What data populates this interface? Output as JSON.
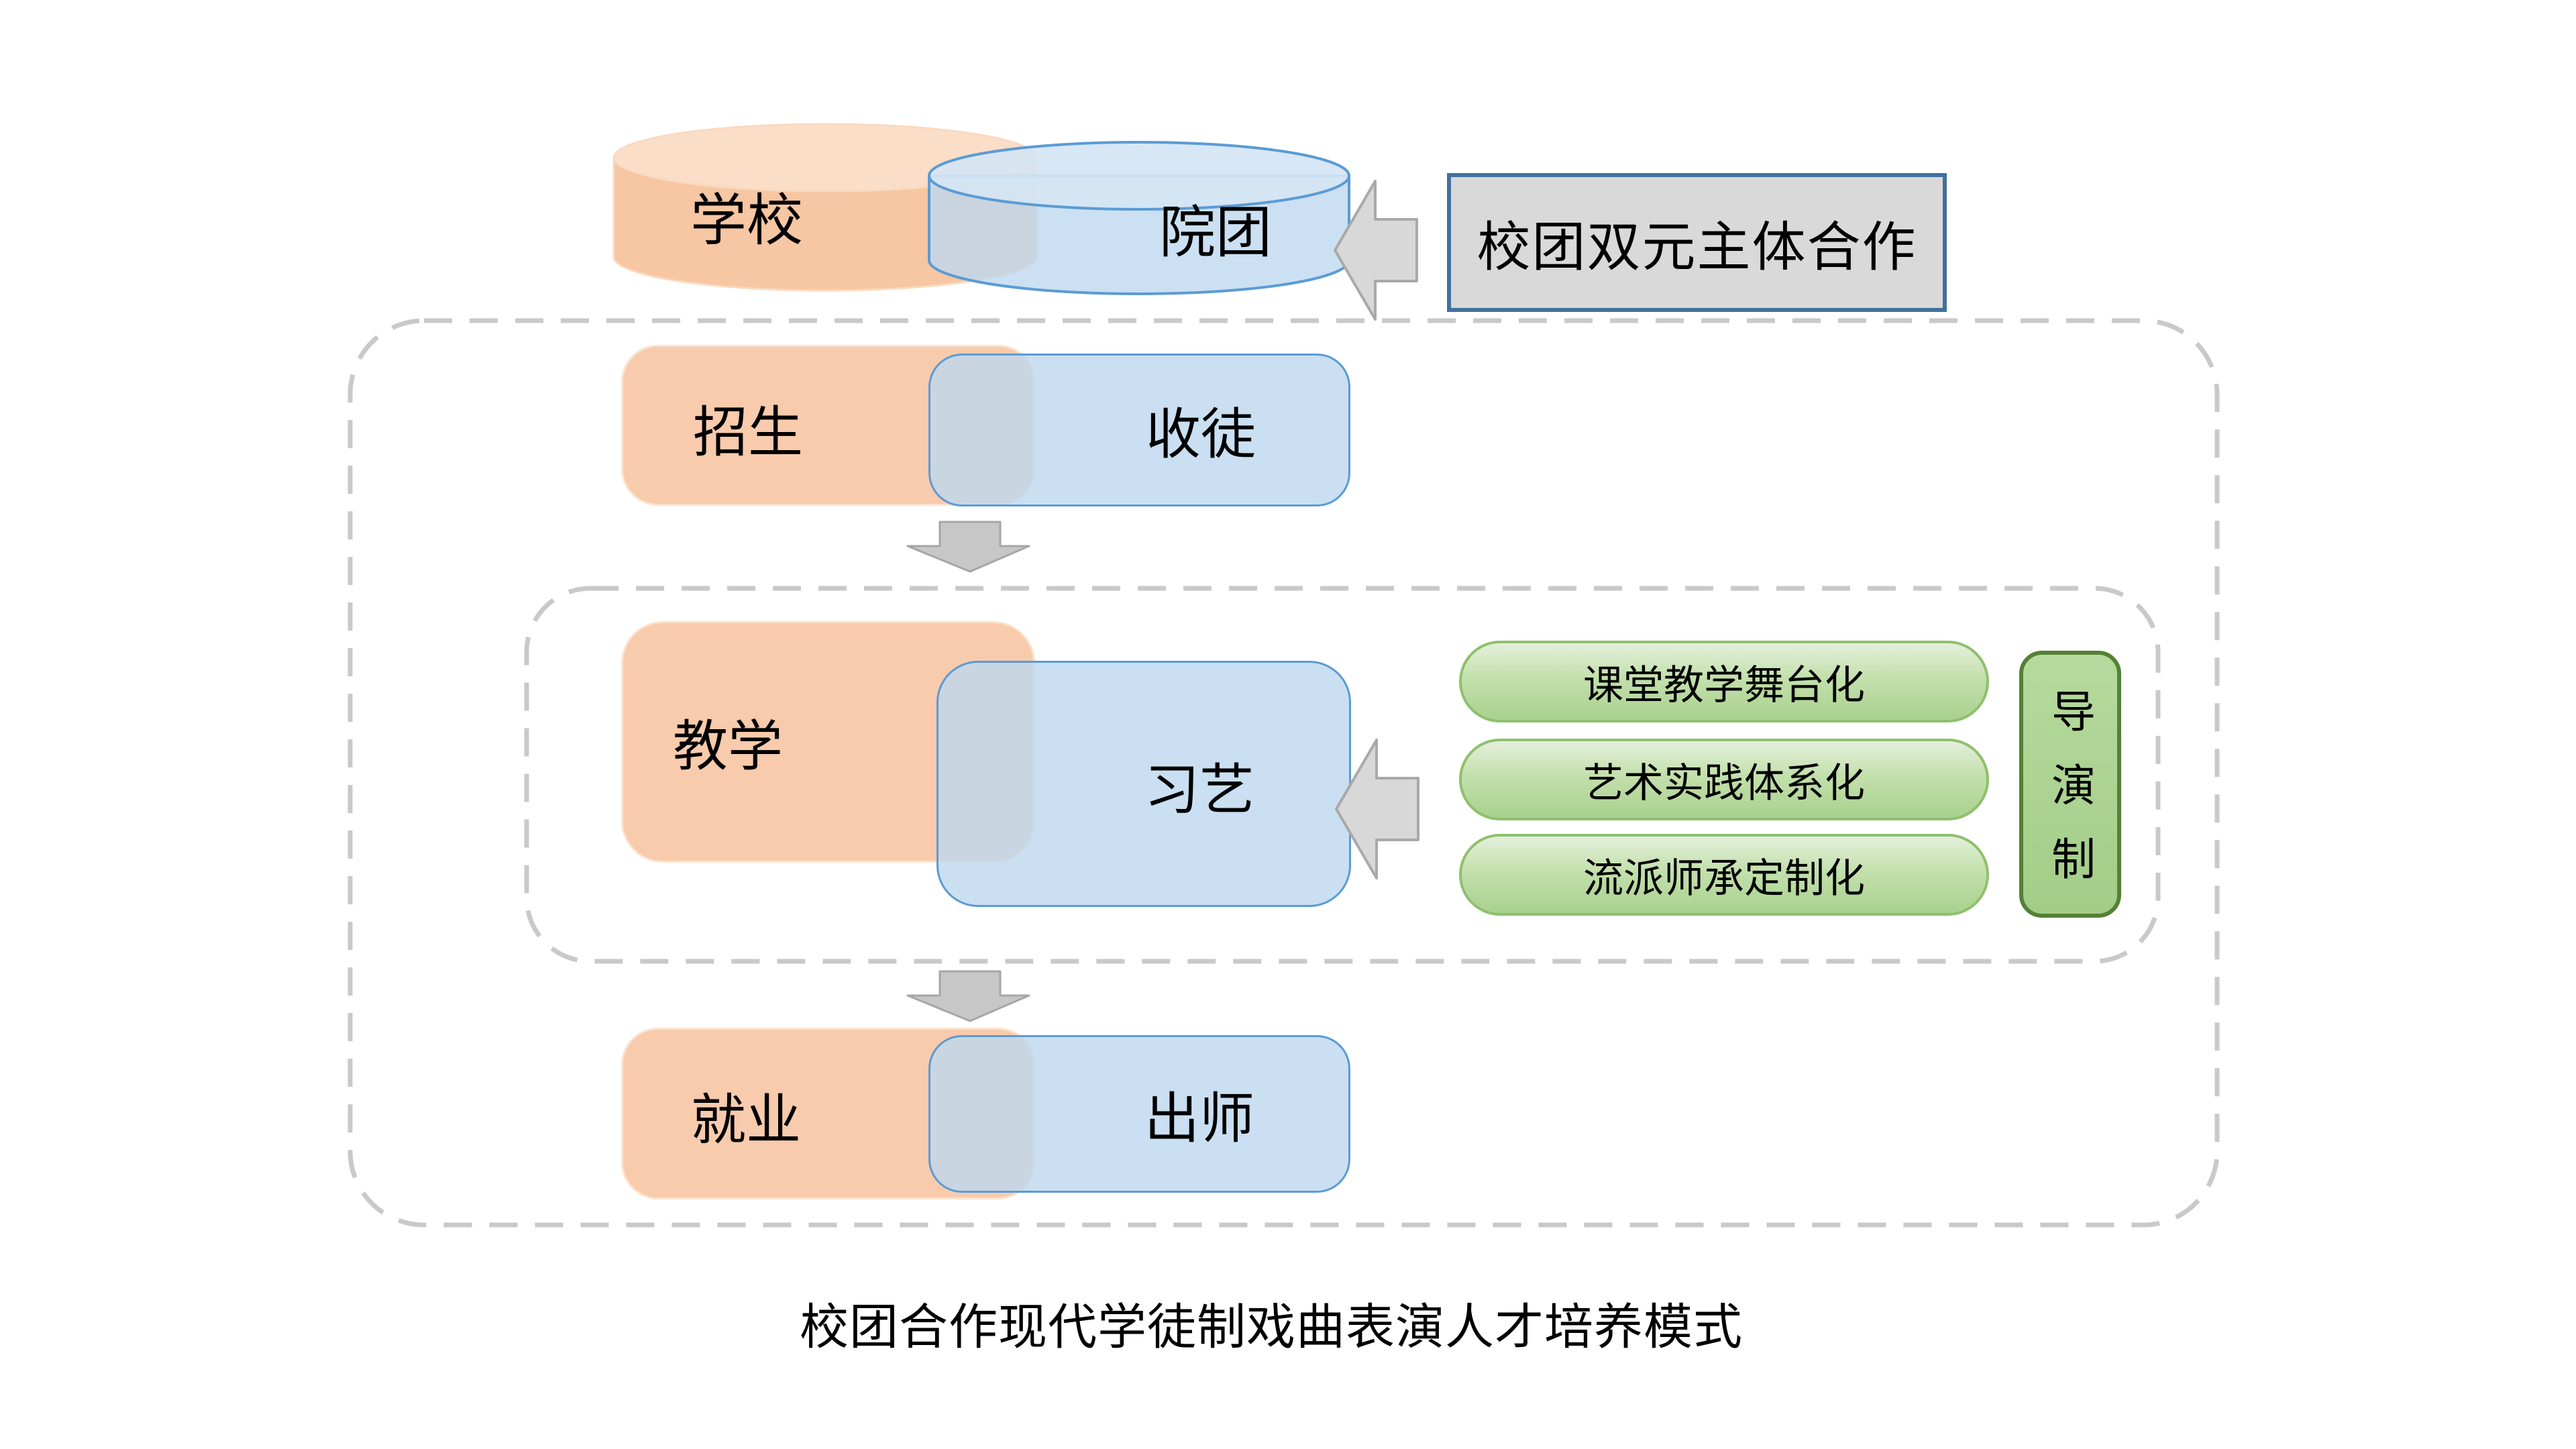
{
  "title": "校团合作现代学徒制戏曲表演人才培养模式",
  "partners": {
    "school": "学校",
    "troupe": "院团",
    "cooperation": "校团双元主体合作"
  },
  "rows": {
    "recruit": {
      "school": "招生",
      "troupe": "收徒"
    },
    "teach": {
      "school": "教学",
      "troupe": "习艺"
    },
    "employ": {
      "school": "就业",
      "troupe": "出师"
    }
  },
  "teaching_features": [
    "课堂教学舞台化",
    "艺术实践体系化",
    "流派师承定制化"
  ],
  "director_label": "导演制",
  "colors": {
    "school_fill": "#F8CBAD",
    "troupe_fill": "#BDD7EE",
    "troupe_border": "#5B9BD5",
    "cooperation_fill": "#D9D9D9",
    "cooperation_border": "#41719C",
    "feature_fill": "#A9D18E",
    "feature_border": "#8FC06D",
    "director_border": "#538135",
    "arrow_fill": "#D6D6D6",
    "dashed_frame": "#C9C9C9"
  }
}
